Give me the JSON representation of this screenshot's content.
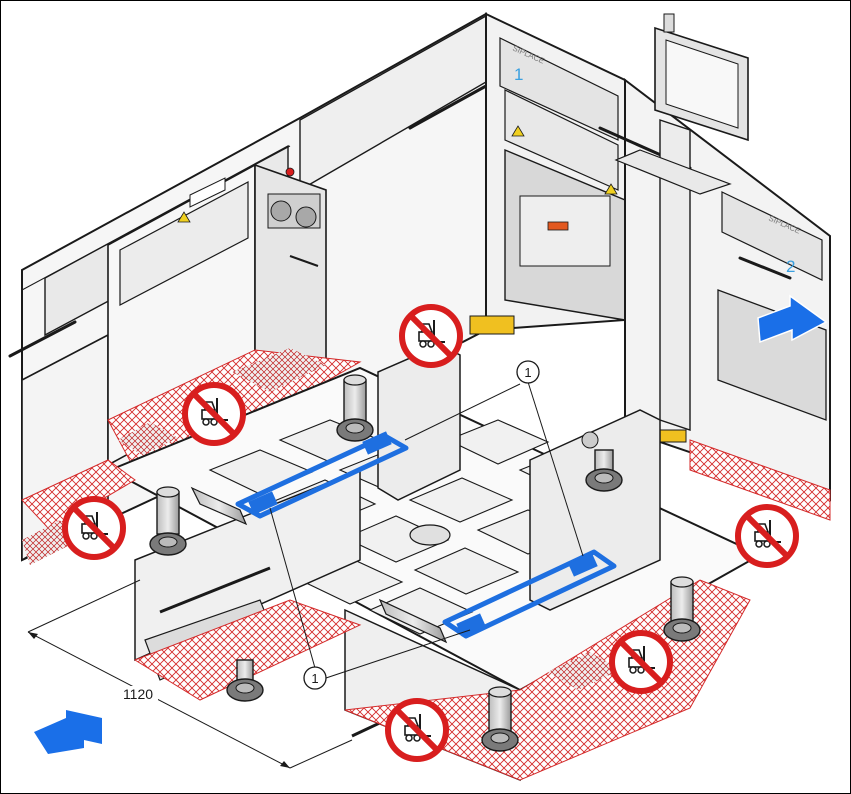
{
  "modules": [
    {
      "brand": "SIPLACE",
      "number": "1"
    },
    {
      "brand": "SIPLACE",
      "number": "2"
    }
  ],
  "callouts": [
    "1",
    "1"
  ],
  "dimension": {
    "value": "1120"
  },
  "colors": {
    "highlight": "#1e6fe0",
    "arrow": "#1a6fe8",
    "prohibition": "#d81e1e",
    "hatch": "#d42a2a",
    "line": "#1a1a1a",
    "body_light": "#f4f4f4",
    "body_mid": "#e2e2e2",
    "body_dark": "#c4c4c4",
    "module_number": "#3aa0e0"
  },
  "icons": [
    "no-forklift-icon",
    "direction-arrow-icon",
    "warning-triangle-icon",
    "monitor-icon",
    "roller-foot-icon"
  ]
}
